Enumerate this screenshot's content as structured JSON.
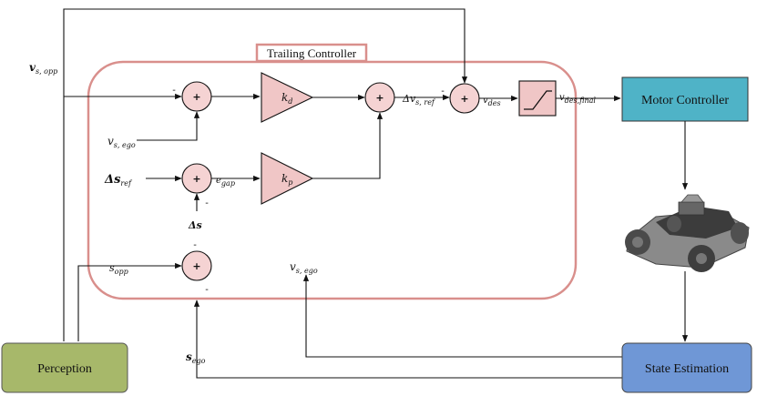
{
  "trailing_controller": {
    "title": "Trailing Controller"
  },
  "blocks": {
    "motor_controller": "Motor Controller",
    "perception": "Perception",
    "state_estimation": "State Estimation"
  },
  "gains": {
    "kd": "k",
    "kd_sub": "d",
    "kp": "k",
    "kp_sub": "p"
  },
  "summers": {
    "plus": "+"
  },
  "signals": {
    "v_s_opp": {
      "main": "v",
      "sub": "s, opp"
    },
    "v_s_ego_in": {
      "main": "v",
      "sub": "s, ego"
    },
    "delta_s_ref": {
      "main": "Δs",
      "sub": "ref"
    },
    "e_gap": {
      "main": "e",
      "sub": "gap"
    },
    "delta_s": {
      "main": "Δs"
    },
    "s_opp": {
      "main": "s",
      "sub": "opp"
    },
    "v_s_ego_fb": {
      "main": "v",
      "sub": "s, ego"
    },
    "delta_v_s_ref": {
      "main": "Δv",
      "sub": "s, ref"
    },
    "v_des": {
      "main": "v",
      "sub": "des"
    },
    "v_des_final": {
      "main": "v",
      "sub": "des,final"
    },
    "s_ego": {
      "main": "s",
      "sub": "ego"
    }
  },
  "signs": {
    "minus": "-"
  },
  "colors": {
    "controller_border": "#d98f8c",
    "summer_fill": "#f5d3d3",
    "gain_fill": "#f0c6c6",
    "motor_controller_fill": "#4fb3c7",
    "perception_fill": "#a7b86a",
    "state_estimation_fill": "#6f97d6",
    "vehicle": "#555555"
  }
}
